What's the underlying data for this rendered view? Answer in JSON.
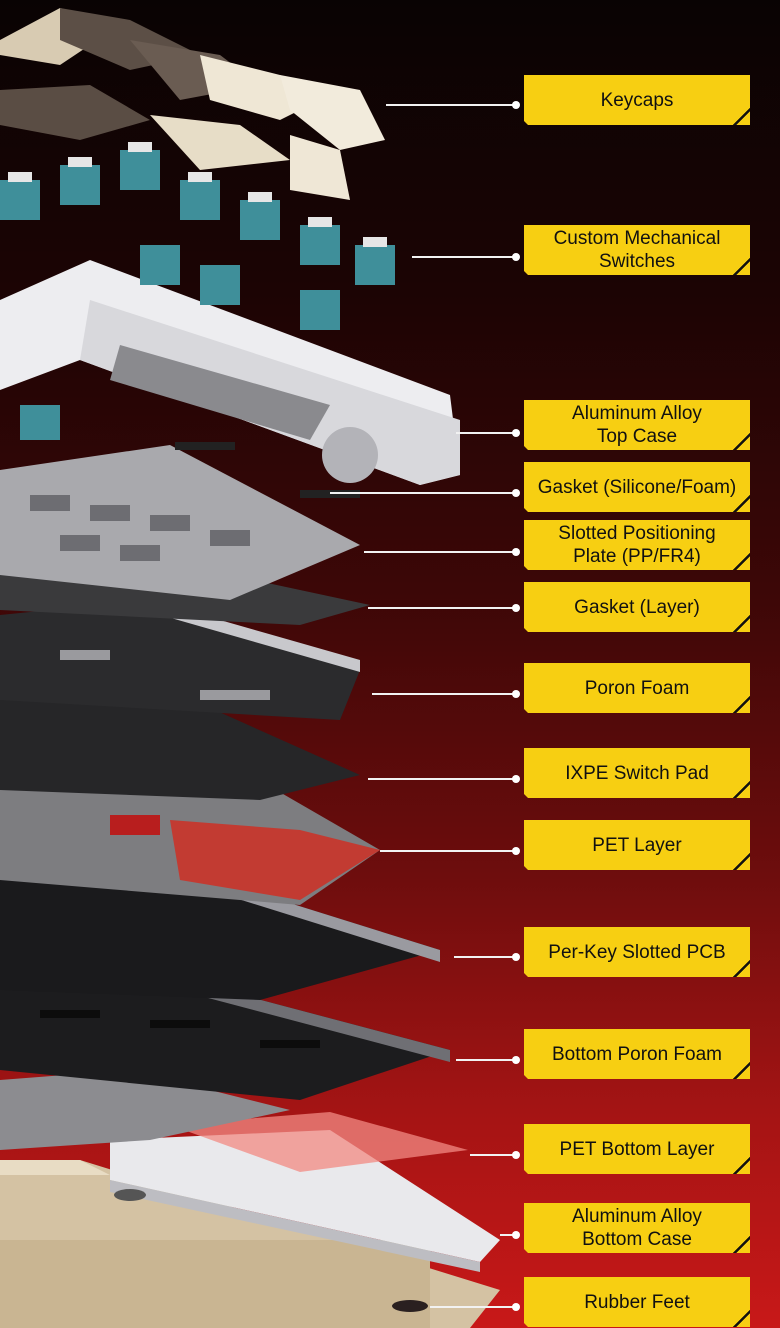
{
  "callouts": [
    {
      "id": "keycaps",
      "text": "Keycaps"
    },
    {
      "id": "switches",
      "text": "Custom Mechanical\nSwitches"
    },
    {
      "id": "top-case",
      "text": "Aluminum Alloy\nTop Case"
    },
    {
      "id": "gasket-silicone",
      "text": "Gasket (Silicone/Foam)"
    },
    {
      "id": "positioning-plate",
      "text": "Slotted Positioning\nPlate (PP/FR4)"
    },
    {
      "id": "gasket-layer",
      "text": "Gasket (Layer)"
    },
    {
      "id": "poron-foam",
      "text": "Poron Foam"
    },
    {
      "id": "ixpe-pad",
      "text": "IXPE Switch Pad"
    },
    {
      "id": "pet-layer",
      "text": "PET Layer"
    },
    {
      "id": "pcb",
      "text": "Per-Key Slotted PCB"
    },
    {
      "id": "bottom-poron",
      "text": "Bottom Poron Foam"
    },
    {
      "id": "pet-bottom",
      "text": "PET Bottom Layer"
    },
    {
      "id": "bottom-case",
      "text": "Aluminum Alloy\nBottom Case"
    },
    {
      "id": "rubber-feet",
      "text": "Rubber Feet"
    }
  ],
  "colors": {
    "label_bg": "#f7cf12",
    "label_text": "#111111",
    "leader": "#f2f2f2",
    "switch_stem": "#3f8f9a"
  }
}
